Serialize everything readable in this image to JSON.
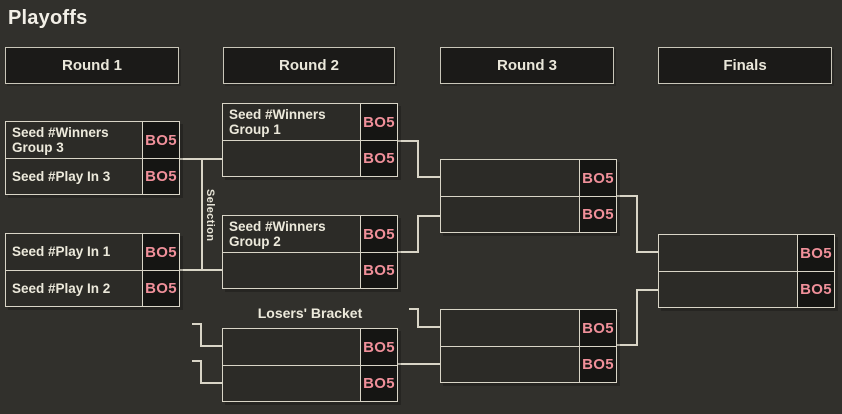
{
  "title": "Playoffs",
  "rounds": [
    {
      "label": "Round 1"
    },
    {
      "label": "Round 2"
    },
    {
      "label": "Round 3"
    },
    {
      "label": "Finals"
    }
  ],
  "selection_label": "Selection",
  "losers_bracket_label": "Losers' Bracket",
  "matches": {
    "r1m1": {
      "slots": [
        {
          "label": "Seed #Winners Group 3",
          "badge": "BO5"
        },
        {
          "label": "Seed #Play In 3",
          "badge": "BO5"
        }
      ]
    },
    "r1m2": {
      "slots": [
        {
          "label": "Seed #Play In 1",
          "badge": "BO5"
        },
        {
          "label": "Seed #Play In 2",
          "badge": "BO5"
        }
      ]
    },
    "r2m1": {
      "slots": [
        {
          "label": "Seed #Winners Group 1",
          "badge": "BO5"
        },
        {
          "label": "",
          "badge": "BO5"
        }
      ]
    },
    "r2m2": {
      "slots": [
        {
          "label": "Seed #Winners Group 2",
          "badge": "BO5"
        },
        {
          "label": "",
          "badge": "BO5"
        }
      ]
    },
    "lbm1": {
      "slots": [
        {
          "label": "",
          "badge": "BO5"
        },
        {
          "label": "",
          "badge": "BO5"
        }
      ]
    },
    "r3m1": {
      "slots": [
        {
          "label": "",
          "badge": "BO5"
        },
        {
          "label": "",
          "badge": "BO5"
        }
      ]
    },
    "r3m2": {
      "slots": [
        {
          "label": "",
          "badge": "BO5"
        },
        {
          "label": "",
          "badge": "BO5"
        }
      ]
    },
    "final": {
      "slots": [
        {
          "label": "",
          "badge": "BO5"
        },
        {
          "label": "",
          "badge": "BO5"
        }
      ]
    }
  },
  "colors": {
    "background": "#31302c",
    "box_border": "#d9d5c7",
    "badge_background": "#151513",
    "badge_text": "#f0909a",
    "text": "#ece9db"
  }
}
